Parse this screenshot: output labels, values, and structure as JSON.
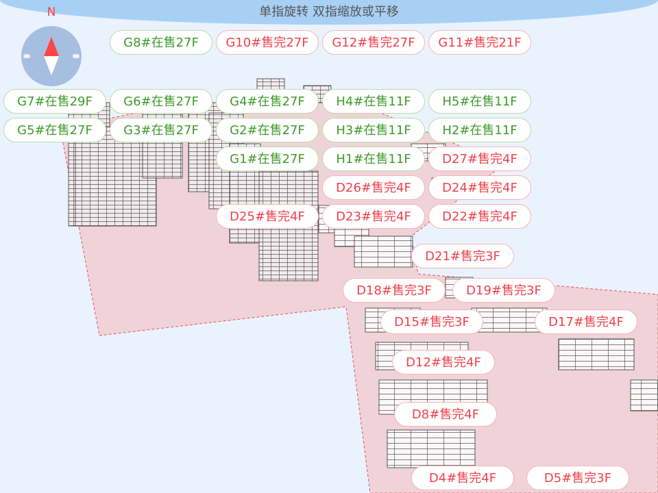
{
  "hint": "单指旋转 双指缩放或平移",
  "compass": {
    "north_label": "N",
    "icon": "compass-icon"
  },
  "colors": {
    "on_sale": "#3e9a2a",
    "sold_out": "#f0404a",
    "ground": "#efd3d8"
  },
  "labels": [
    {
      "text": "G12#售完27F",
      "status": "sold"
    },
    {
      "text": "G10#售完27F",
      "status": "sold"
    },
    {
      "text": "G11#售完21F",
      "status": "sold"
    },
    {
      "text": "G8#在售27F",
      "status": "sale"
    },
    {
      "text": "G7#在售29F",
      "status": "sale"
    },
    {
      "text": "G6#在售27F",
      "status": "sale"
    },
    {
      "text": "G5#在售27F",
      "status": "sale"
    },
    {
      "text": "H4#在售11F",
      "status": "sale"
    },
    {
      "text": "G4#在售27F",
      "status": "sale"
    },
    {
      "text": "G3#在售27F",
      "status": "sale"
    },
    {
      "text": "G2#在售27F",
      "status": "sale"
    },
    {
      "text": "H5#在售11F",
      "status": "sale"
    },
    {
      "text": "H3#在售11F",
      "status": "sale"
    },
    {
      "text": "H2#在售11F",
      "status": "sale"
    },
    {
      "text": "H1#在售11F",
      "status": "sale"
    },
    {
      "text": "G1#在售27F",
      "status": "sale"
    },
    {
      "text": "D27#售完4F",
      "status": "sold"
    },
    {
      "text": "D26#售完4F",
      "status": "sold"
    },
    {
      "text": "D24#售完4F",
      "status": "sold"
    },
    {
      "text": "D25#售完4F",
      "status": "sold"
    },
    {
      "text": "D23#售完4F",
      "status": "sold"
    },
    {
      "text": "D22#售完4F",
      "status": "sold"
    },
    {
      "text": "D21#售完3F",
      "status": "sold"
    },
    {
      "text": "D18#售完3F",
      "status": "sold"
    },
    {
      "text": "D19#售完3F",
      "status": "sold"
    },
    {
      "text": "D17#售完4F",
      "status": "sold"
    },
    {
      "text": "D15#售完3F",
      "status": "sold"
    },
    {
      "text": "D12#售完4F",
      "status": "sold"
    },
    {
      "text": "D8#售完4F",
      "status": "sold"
    },
    {
      "text": "D4#售完4F",
      "status": "sold"
    },
    {
      "text": "D5#售完3F",
      "status": "sold"
    }
  ]
}
